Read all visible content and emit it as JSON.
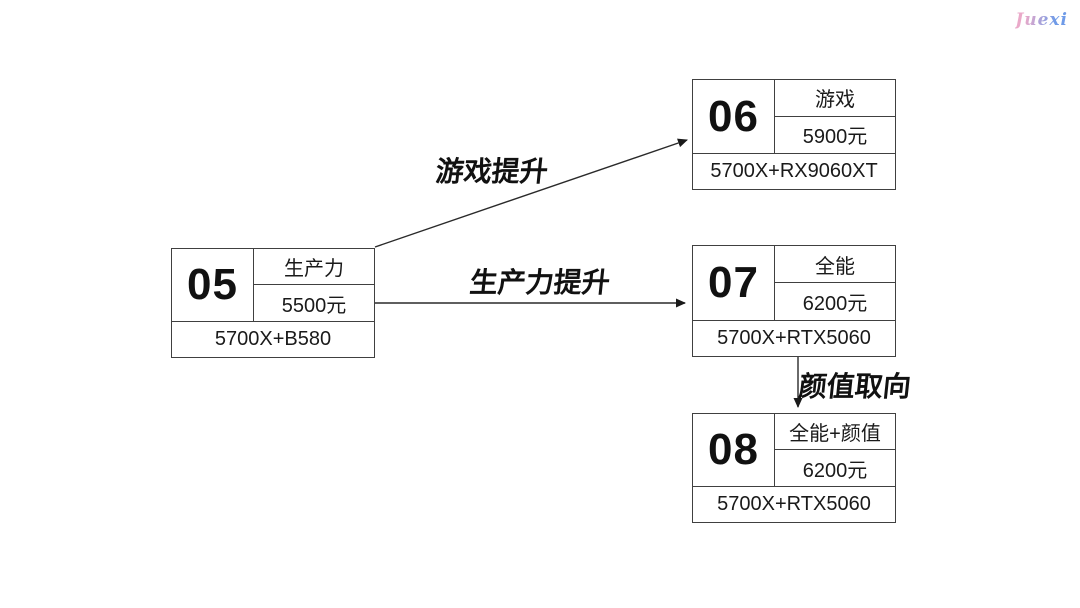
{
  "watermark": "Juexi",
  "colors": {
    "background": "#ffffff",
    "border": "#404040",
    "text": "#111111",
    "watermark_pink": "#eaa9c9",
    "watermark_blue": "#6f9be8"
  },
  "nodes": [
    {
      "id": "05",
      "tag": "生产力",
      "price": "5500元",
      "spec": "5700X+B580"
    },
    {
      "id": "06",
      "tag": "游戏",
      "price": "5900元",
      "spec": "5700X+RX9060XT"
    },
    {
      "id": "07",
      "tag": "全能",
      "price": "6200元",
      "spec": "5700X+RTX5060"
    },
    {
      "id": "08",
      "tag": "全能+颜值",
      "price": "6200元",
      "spec": "5700X+RTX5060"
    }
  ],
  "edges": [
    {
      "from": "05",
      "to": "06",
      "label": "游戏提升"
    },
    {
      "from": "05",
      "to": "07",
      "label": "生产力提升"
    },
    {
      "from": "07",
      "to": "08",
      "label": "颜值取向"
    }
  ]
}
